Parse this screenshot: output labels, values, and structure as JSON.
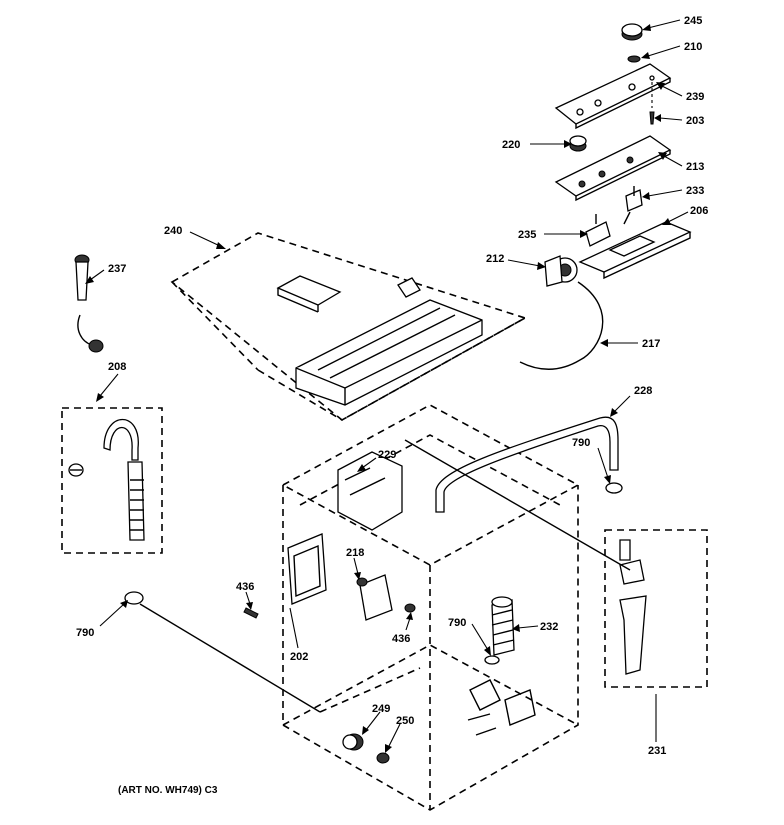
{
  "diagram": {
    "caption": "(ART NO. WH749) C3",
    "callouts": {
      "p245": "245",
      "p210": "210",
      "p239": "239",
      "p203": "203",
      "p220": "220",
      "p213": "213",
      "p233": "233",
      "p206": "206",
      "p235": "235",
      "p212": "212",
      "p217": "217",
      "p240": "240",
      "p237": "237",
      "p208": "208",
      "p228": "228",
      "p790a": "790",
      "p229": "229",
      "p218": "218",
      "p436a": "436",
      "p436b": "436",
      "p790b": "790",
      "p232": "232",
      "p202": "202",
      "p790c": "790",
      "p249": "249",
      "p250": "250",
      "p231": "231"
    }
  }
}
